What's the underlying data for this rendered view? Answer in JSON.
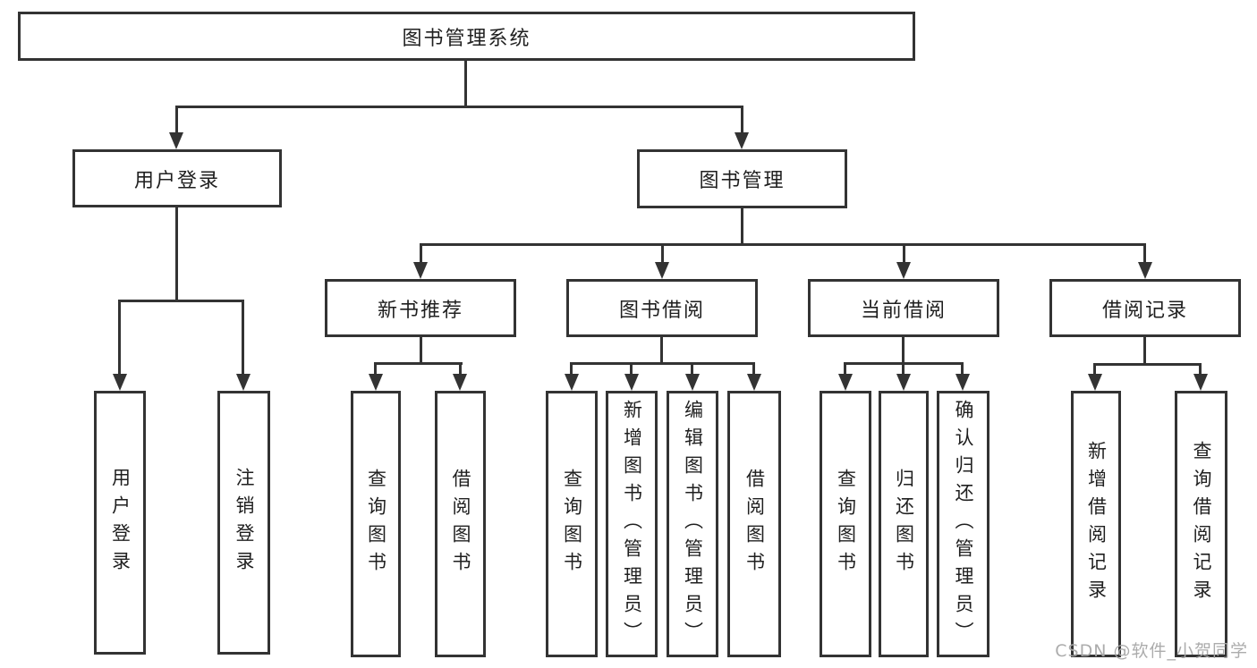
{
  "diagram": {
    "title": "图书管理系统",
    "colors": {
      "line": "#333333",
      "text": "#1f1f1f",
      "background": "#ffffff",
      "watermark": "#a8a8a8"
    },
    "nodes": {
      "root": "图书管理系统",
      "user_login": "用户登录",
      "book_mgmt": "图书管理",
      "new_book_rec": "新书推荐",
      "book_borrow": "图书借阅",
      "current_borrow": "当前借阅",
      "borrow_record": "借阅记录",
      "leaf_user_login": "用户登录",
      "leaf_logout": "注销登录",
      "leaf_nbr_query": "查询图书",
      "leaf_nbr_borrow": "借阅图书",
      "leaf_bb_query": "查询图书",
      "leaf_bb_add": "新增图书（管理员）",
      "leaf_bb_edit": "编辑图书（管理员）",
      "leaf_bb_borrow": "借阅图书",
      "leaf_cb_query": "查询图书",
      "leaf_cb_return": "归还图书",
      "leaf_cb_confirm": "确认归还（管理员）",
      "leaf_br_add": "新增借阅记录",
      "leaf_br_query": "查询借阅记录"
    },
    "edges": [
      [
        "图书管理系统",
        "用户登录"
      ],
      [
        "图书管理系统",
        "图书管理"
      ],
      [
        "用户登录",
        "用户登录"
      ],
      [
        "用户登录",
        "注销登录"
      ],
      [
        "图书管理",
        "新书推荐"
      ],
      [
        "图书管理",
        "图书借阅"
      ],
      [
        "图书管理",
        "当前借阅"
      ],
      [
        "图书管理",
        "借阅记录"
      ],
      [
        "新书推荐",
        "查询图书"
      ],
      [
        "新书推荐",
        "借阅图书"
      ],
      [
        "图书借阅",
        "查询图书"
      ],
      [
        "图书借阅",
        "新增图书（管理员）"
      ],
      [
        "图书借阅",
        "编辑图书（管理员）"
      ],
      [
        "图书借阅",
        "借阅图书"
      ],
      [
        "当前借阅",
        "查询图书"
      ],
      [
        "当前借阅",
        "归还图书"
      ],
      [
        "当前借阅",
        "确认归还（管理员）"
      ],
      [
        "借阅记录",
        "新增借阅记录"
      ],
      [
        "借阅记录",
        "查询借阅记录"
      ]
    ]
  },
  "watermark": {
    "text": "CSDN @软件_小贺同学"
  }
}
